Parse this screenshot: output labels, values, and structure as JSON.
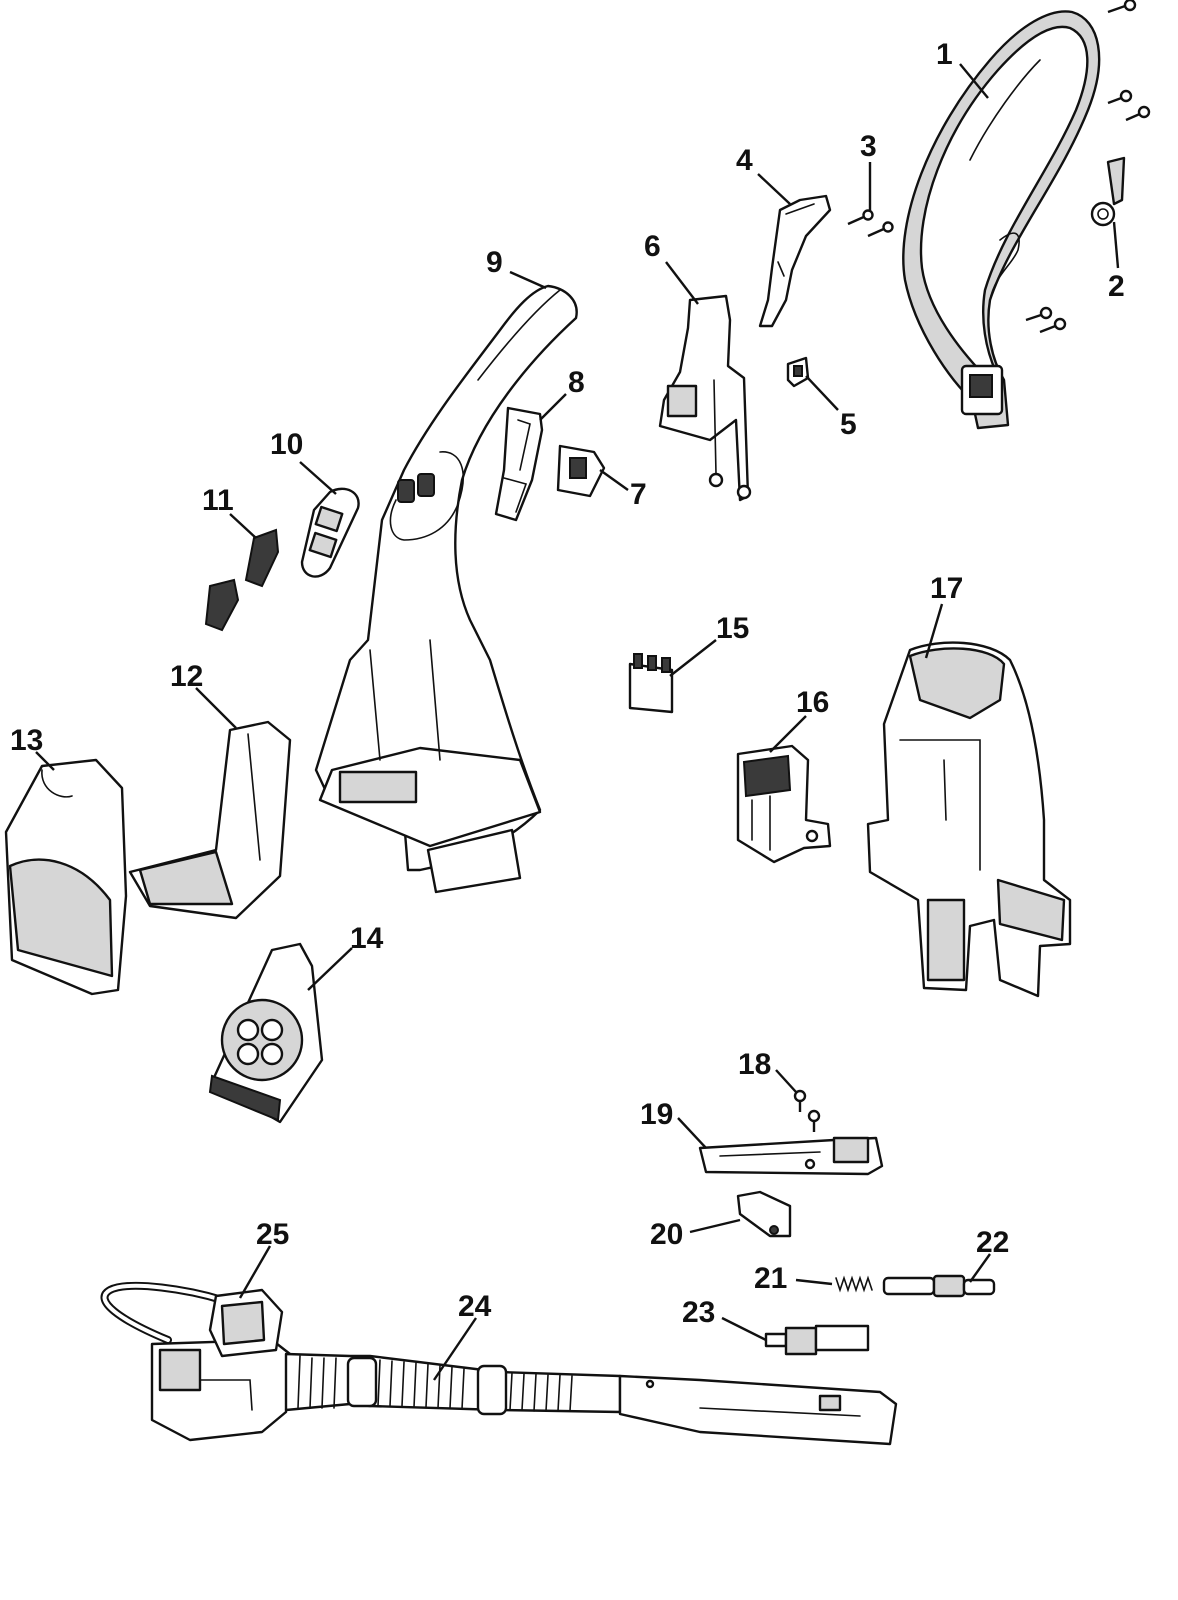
{
  "callouts": [
    "1",
    "2",
    "3",
    "4",
    "5",
    "6",
    "7",
    "8",
    "9",
    "10",
    "11",
    "12",
    "13",
    "14",
    "15",
    "16",
    "17",
    "18",
    "19",
    "20",
    "21",
    "22",
    "23",
    "24",
    "25"
  ],
  "colors": {
    "line": "#111111",
    "fill": "#ffffff",
    "shade": "#d6d6d6",
    "dark": "#3a3a3a"
  }
}
